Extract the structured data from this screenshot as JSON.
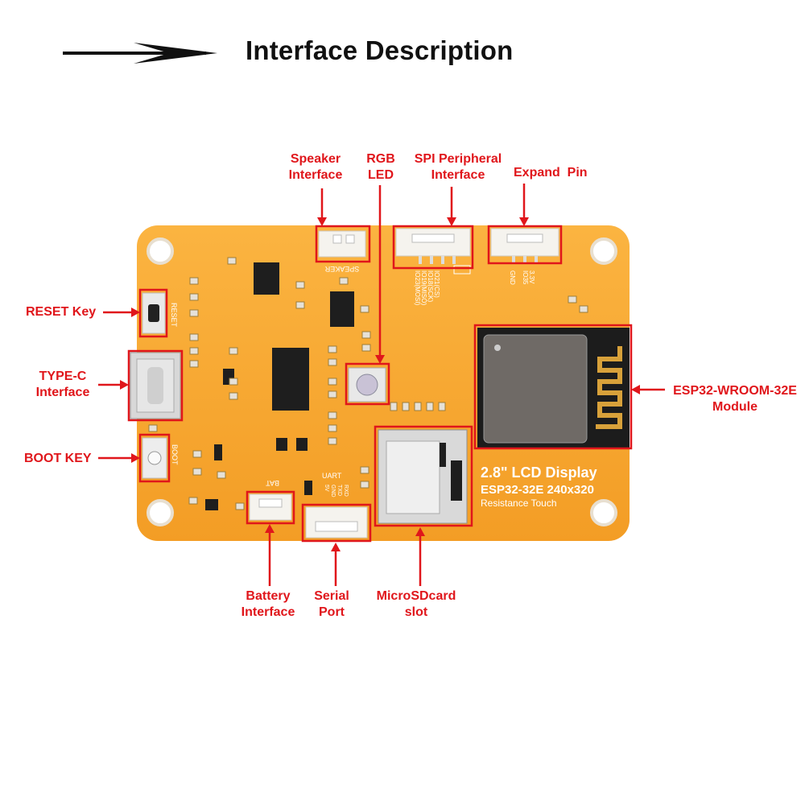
{
  "title": "Interface Description",
  "colors": {
    "board": "#f8a731",
    "callout": "#e0161b",
    "text": "#111111"
  },
  "callouts": {
    "speaker": [
      "Speaker",
      "Interface"
    ],
    "rgb": [
      "RGB",
      "LED"
    ],
    "spi": [
      "SPI Peripheral",
      "Interface"
    ],
    "expand": "Expand  Pin",
    "reset": "RESET Key",
    "typec": [
      "TYPE-C",
      "Interface"
    ],
    "boot": "BOOT KEY",
    "esp32": [
      "ESP32-WROOM-32E",
      "Module"
    ],
    "battery": [
      "Battery",
      "Interface"
    ],
    "serial": [
      "Serial",
      "Port"
    ],
    "microsd": [
      "MicroSDcard",
      "slot"
    ]
  },
  "board": {
    "silk_speaker": "SPEAKER",
    "silk_reset": "RESET",
    "silk_boot": "BOOT",
    "silk_bat": "BAT",
    "silk_uart": "UART",
    "silk_spi_pins": [
      "IO23(MOSI)",
      "IO19(MISO)",
      "IO18(SCK)",
      "IO21(CS)"
    ],
    "silk_expand_pins": [
      "3.3V",
      "IO35",
      "GND"
    ],
    "silk_uart_pins": [
      "RXD",
      "TXD",
      "GND",
      "5V"
    ],
    "lcd_line1": "2.8\" LCD Display",
    "lcd_line2": "ESP32-32E  240x320",
    "lcd_line3": "Resistance Touch"
  }
}
